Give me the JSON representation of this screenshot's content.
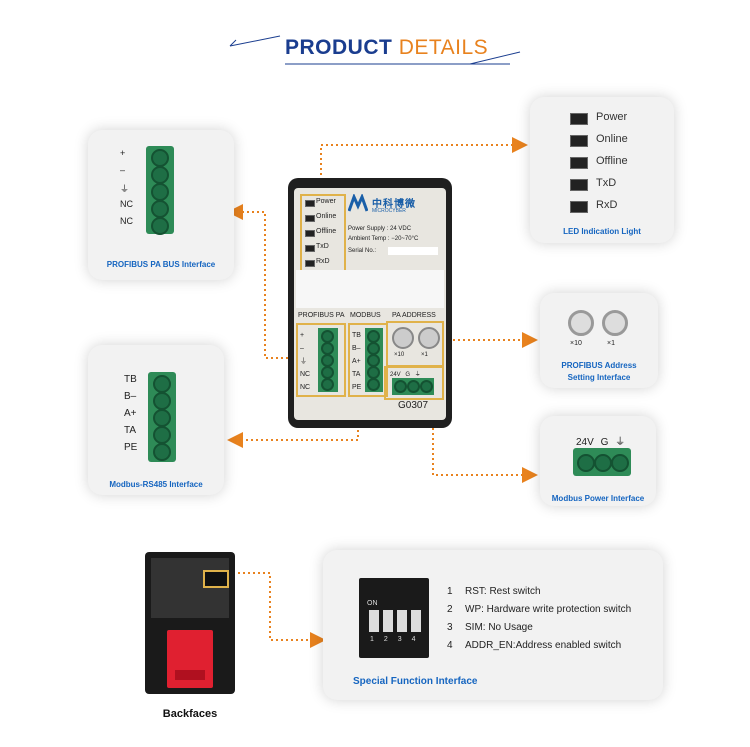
{
  "header": {
    "title_bold": "PRODUCT",
    "title_light": "DETAILS"
  },
  "colors": {
    "accent_blue": "#1a3d8f",
    "accent_orange": "#e8821e",
    "caption_blue": "#1565c0",
    "terminal_green": "#2e8b57"
  },
  "profibus_pa_card": {
    "labels": [
      "+",
      "–",
      "⏚",
      "NC",
      "NC"
    ],
    "caption": "PROFIBUS PA BUS Interface"
  },
  "modbus_rs485_card": {
    "labels": [
      "TB",
      "B–",
      "A+",
      "TA",
      "PE"
    ],
    "caption": "Modbus-RS485 Interface"
  },
  "led_card": {
    "labels": [
      "Power",
      "Online",
      "Offline",
      "TxD",
      "RxD"
    ],
    "caption": "LED Indication Light"
  },
  "address_card": {
    "x10": "×10",
    "x1": "×1",
    "caption_line1": "PROFIBUS Address",
    "caption_line2": "Setting Interface"
  },
  "power_card": {
    "labels": [
      "24V",
      "G",
      "⏚"
    ],
    "caption": "Modbus Power Interface"
  },
  "device": {
    "leds": [
      "Power",
      "Online",
      "Offline",
      "TxD",
      "RxD"
    ],
    "brand_cn": "中科博微",
    "brand_en": "MICROCYBER",
    "power_supply": "Power Supply  : 24 VDC",
    "ambient_temp": "Ambient Temp  : −20~70°C",
    "serial": "Serial No.:",
    "profibus_label": "PROFIBUS PA",
    "modbus_label": "MODBUS",
    "pa_address_label": "PA ADDRESS",
    "profibus_pins": [
      "+",
      "–",
      "⏚",
      "NC",
      "NC"
    ],
    "modbus_pins": [
      "TB",
      "B–",
      "A+",
      "TA",
      "PE"
    ],
    "x10": "×10",
    "x1": "×1",
    "power_pins": [
      "24V",
      "G",
      "⏚"
    ],
    "model": "G0307"
  },
  "backface": {
    "caption": "Backfaces"
  },
  "special_card": {
    "on_label": "ON",
    "switch_numbers": [
      "1",
      "2",
      "3",
      "4"
    ],
    "items": [
      {
        "num": "1",
        "text": "RST: Rest switch"
      },
      {
        "num": "2",
        "text": "WP:  Hardware write protection switch"
      },
      {
        "num": "3",
        "text": "SIM: No Usage"
      },
      {
        "num": "4",
        "text": "ADDR_EN:Address enabled switch"
      }
    ],
    "caption": "Special Function Interface"
  }
}
